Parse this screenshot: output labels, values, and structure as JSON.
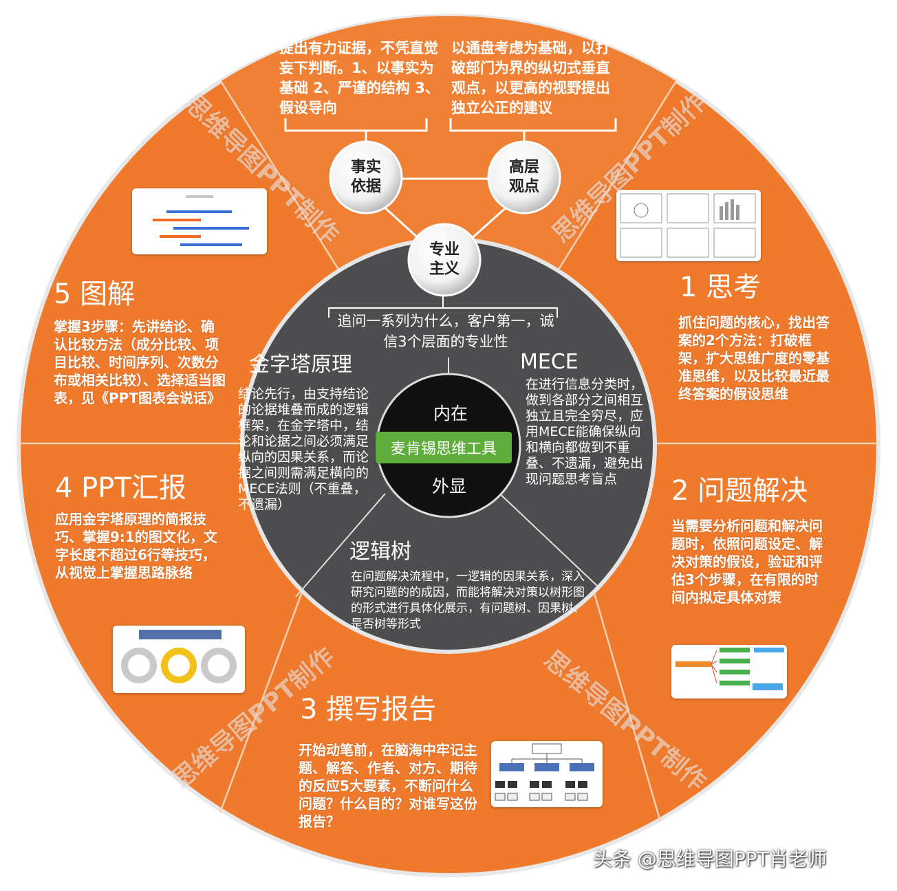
{
  "center": {
    "inner_label": "内在",
    "band_label": "麦肯锡思维工具",
    "outer_label": "外显"
  },
  "top_circles": {
    "left": "事实\n依据",
    "right": "高层\n观点",
    "middle": "专业\n主义"
  },
  "top_texts": {
    "left": "提出有力证据，不凭直觉妄下判断。1、以事实为基础 2、严谨的结构 3、假设导向",
    "right": "以通盘考虑为基础，以打破部门为界的纵切式垂直观点，以更高的视野提出独立公正的建议"
  },
  "professionalism_text": "追问一系列为什么，客户第一，诚信3个层面的专业性",
  "sections": [
    {
      "title": "1 思考",
      "body": "抓住问题的核心，找出答案的2个方法：打破框架，扩大思维广度的零基准思维，以及比较最近最终答案的假设思维"
    },
    {
      "title": "2 问题解决",
      "body": "当需要分析问题和解决问题时，依照问题设定、解决对策的假设，验证和评估3个步骤，在有限的时间内拟定具体对策"
    },
    {
      "title": "3 撰写报告",
      "body": "开始动笔前，在脑海中牢记主题、解答、作者、对方、期待的反应5大要素，不断问什么问题？什么目的？对谁写这份报告？"
    },
    {
      "title": "4 PPT汇报",
      "body": "应用金字塔原理的简报技巧、掌握9:1的图文化，文字长度不超过6行等技巧，从视觉上掌握思路脉络"
    },
    {
      "title": "5 图解",
      "body": "掌握3步骤：先讲结论、确认比较方法（成分比较、项目比较、时间序列、次数分布或相关比较）、选择适当图表，见《PPT图表会说话》"
    }
  ],
  "dark_sections": {
    "pyramid": {
      "title": "金字塔原理",
      "body": "结论先行，由支持结论的论据堆叠而成的逻辑框架，在金字塔中，结论和论据之间必须满足纵向的因果关系，而论据之间则需满足横向的MECE法则（不重叠，不遗漏）"
    },
    "mece": {
      "title": "MECE",
      "body": "在进行信息分类时，做到各部分之间相互独立且完全穷尽，应用MECE能确保纵向和横向都做到不重叠、不遗漏，避免出现问题思考盲点"
    },
    "logic_tree": {
      "title": "逻辑树",
      "body": "在问题解决流程中，一逻辑的因果关系，深入研究问题的的成因，而能将解决对策以树形图的形式进行具体化展示，有问题树、因果树、是否树等形式"
    }
  },
  "watermark": "思维导图PPT制作",
  "footer": "头条 @思维导图PPT肖老师",
  "colors": {
    "orange": "#ef7a2c",
    "dark": "#4d4d4f",
    "green": "#5fae3c",
    "core": "#111111"
  }
}
